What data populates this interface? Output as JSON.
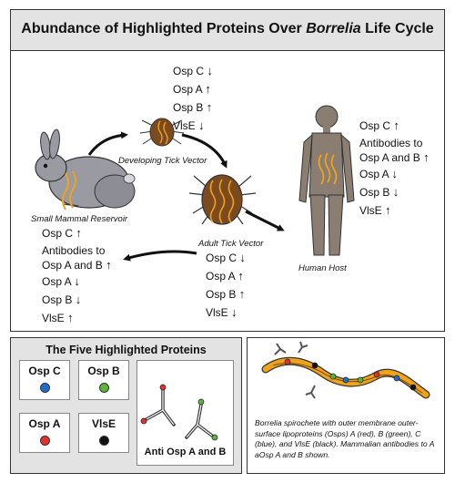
{
  "title": {
    "prefix": "Abundance of Highlighted Proteins Over ",
    "organism": "Borrelia",
    "suffix": " Life Cycle"
  },
  "stages": {
    "reservoir": {
      "caption": "Small Mammal Reservoir"
    },
    "developing_tick": {
      "caption": "Developing Tick Vector"
    },
    "adult_tick": {
      "caption": "Adult Tick Vector"
    },
    "human": {
      "caption": "Human Host"
    }
  },
  "levels": {
    "developing_tick": {
      "osp_c": {
        "label": "Osp C",
        "arrow": "↓"
      },
      "osp_a": {
        "label": "Osp A",
        "arrow": "↑"
      },
      "osp_b": {
        "label": "Osp B",
        "arrow": "↑"
      },
      "vlse": {
        "label": "VlsE",
        "arrow": "↓"
      }
    },
    "human": {
      "osp_c": {
        "label": "Osp C",
        "arrow": "↑"
      },
      "antibodies_1": "Antibodies to",
      "antibodies_2": "Osp A and B",
      "antibodies_arrow": "↑",
      "osp_a": {
        "label": "Osp A",
        "arrow": "↓"
      },
      "osp_b": {
        "label": "Osp B",
        "arrow": "↓"
      },
      "vlse": {
        "label": "VlsE",
        "arrow": "↑"
      }
    },
    "reservoir": {
      "osp_c": {
        "label": "Osp C",
        "arrow": "↑"
      },
      "antibodies_1": "Antibodies to",
      "antibodies_2": "Osp A and B",
      "antibodies_arrow": "↑",
      "osp_a": {
        "label": "Osp A",
        "arrow": "↓"
      },
      "osp_b": {
        "label": "Osp B",
        "arrow": "↓"
      },
      "vlse": {
        "label": "VlsE",
        "arrow": "↑"
      }
    },
    "adult_tick": {
      "osp_c": {
        "label": "Osp C",
        "arrow": "↓"
      },
      "osp_a": {
        "label": "Osp A",
        "arrow": "↑"
      },
      "osp_b": {
        "label": "Osp B",
        "arrow": "↑"
      },
      "vlse": {
        "label": "VlsE",
        "arrow": "↓"
      }
    }
  },
  "legend": {
    "title": "The Five Highlighted Proteins",
    "proteins": [
      {
        "key": "osp_c",
        "name": "Osp C",
        "color": "#1f6fc9"
      },
      {
        "key": "osp_b",
        "name": "Osp B",
        "color": "#5cb43a"
      },
      {
        "key": "osp_a",
        "name": "Osp A",
        "color": "#e2322a"
      },
      {
        "key": "vlse",
        "name": "VlsE",
        "color": "#111111"
      }
    ],
    "antibody_label": "Anti Osp A and B"
  },
  "spirochete_caption": "Borrelia spirochete with outer membrane outer-surface lipoproteins (Osps) A (red), B (green), C (blue), and VlsE (black). Mammalian antibodies to A aOsp A and B shown.",
  "colors": {
    "panel_gray": "#e3e3e3",
    "spirochete": "#f0a21a",
    "tick_body": "#7b4a1e",
    "human": "#8a7d72",
    "rabbit": "#9a9aa3"
  }
}
